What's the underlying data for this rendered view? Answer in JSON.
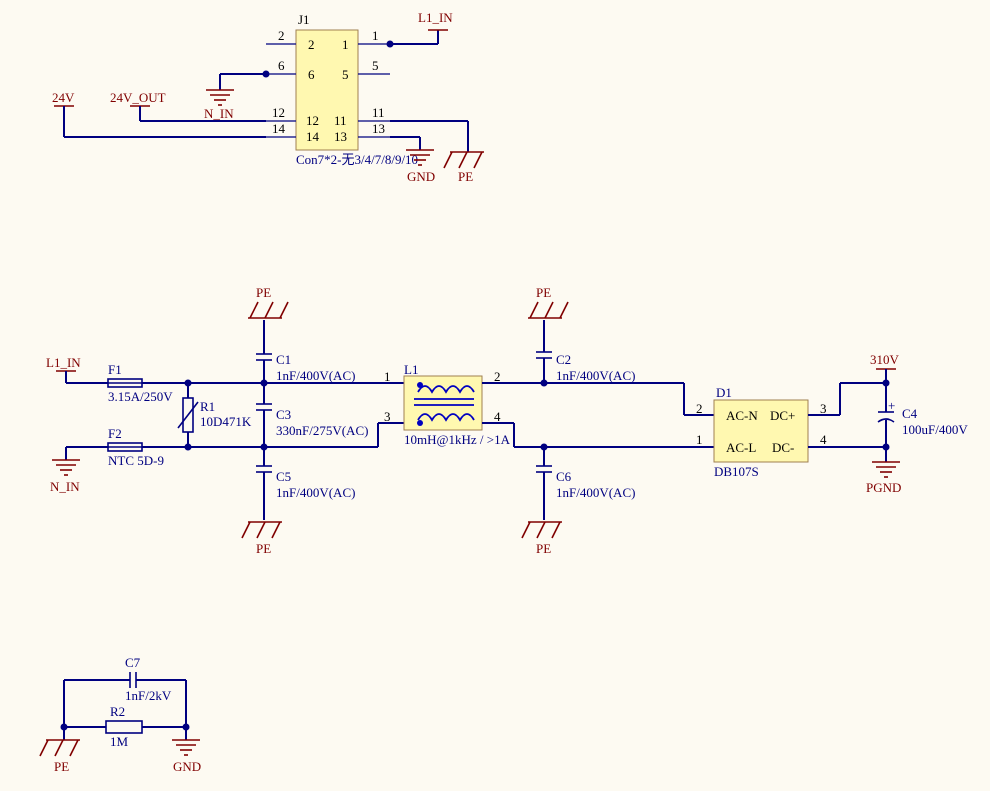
{
  "schematic": {
    "connector": {
      "designator": "J1",
      "comment": "Con7*2-无3/4/7/8/9/10",
      "pins": [
        "1",
        "2",
        "5",
        "6",
        "11",
        "12",
        "13",
        "14"
      ]
    },
    "nets": {
      "l1_in_top": "L1_IN",
      "n_in_top": "N_IN",
      "v24": "24V",
      "v24_out": "24V_OUT",
      "gnd_top": "GND",
      "pe_top": "PE",
      "l1_in": "L1_IN",
      "n_in": "N_IN",
      "pe_c1": "PE",
      "pe_c5": "PE",
      "pe_c2": "PE",
      "pe_c6": "PE",
      "v310": "310V",
      "pgnd": "PGND",
      "pe_bottom": "PE",
      "gnd_bottom": "GND"
    },
    "components": {
      "F1": {
        "designator": "F1",
        "value": "3.15A/250V"
      },
      "F2": {
        "designator": "F2",
        "value": "NTC 5D-9"
      },
      "R1": {
        "designator": "R1",
        "value": "10D471K"
      },
      "C1": {
        "designator": "C1",
        "value": "1nF/400V(AC)"
      },
      "C3": {
        "designator": "C3",
        "value": "330nF/275V(AC)"
      },
      "C5": {
        "designator": "C5",
        "value": "1nF/400V(AC)"
      },
      "L1": {
        "designator": "L1",
        "value": "10mH@1kHz / >1A",
        "pins": [
          "1",
          "2",
          "3",
          "4"
        ]
      },
      "C2": {
        "designator": "C2",
        "value": "1nF/400V(AC)"
      },
      "C6": {
        "designator": "C6",
        "value": "1nF/400V(AC)"
      },
      "D1": {
        "designator": "D1",
        "value": "DB107S",
        "pins": [
          "1",
          "2",
          "3",
          "4"
        ],
        "pin_names": [
          "AC-N",
          "AC-L",
          "DC+",
          "DC-"
        ]
      },
      "C4": {
        "designator": "C4",
        "value": "100uF/400V"
      },
      "C7": {
        "designator": "C7",
        "value": "1nF/2kV"
      },
      "R2": {
        "designator": "R2",
        "value": "1M"
      }
    }
  }
}
